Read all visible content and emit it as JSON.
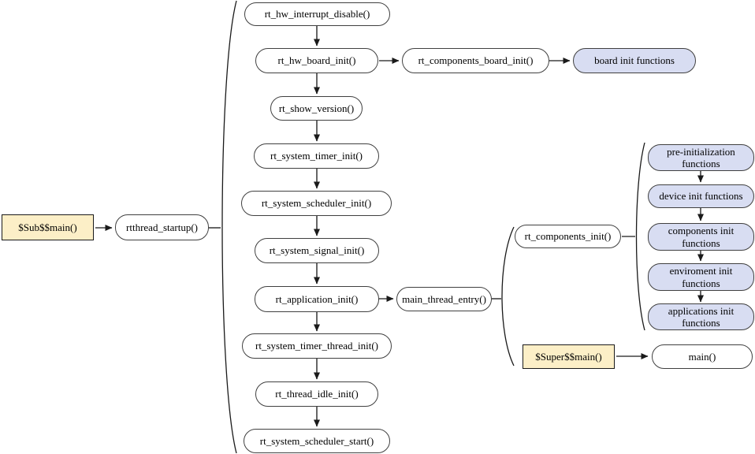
{
  "diagram": {
    "nodes": {
      "sub_main": "$Sub$$main()",
      "rtthread_startup": "rtthread_startup()",
      "hw_interrupt_disable": "rt_hw_interrupt_disable()",
      "hw_board_init": "rt_hw_board_init()",
      "components_board_init": "rt_components_board_init()",
      "board_init_functions": "board init functions",
      "show_version": "rt_show_version()",
      "system_timer_init": "rt_system_timer_init()",
      "system_scheduler_init": "rt_system_scheduler_init()",
      "system_signal_init": "rt_system_signal_init()",
      "application_init": "rt_application_init()",
      "main_thread_entry": "main_thread_entry()",
      "system_timer_thread_init": "rt_system_timer_thread_init()",
      "thread_idle_init": "rt_thread_idle_init()",
      "system_scheduler_start": "rt_system_scheduler_start()",
      "components_init": "rt_components_init()",
      "pre_initialization_functions": "pre-initialization functions",
      "device_init_functions": "device init functions",
      "components_init_functions": "components init functions",
      "enviroment_init_functions": "enviroment init functions",
      "applications_init_functions": "applications init functions",
      "super_main": "$Super$$main()",
      "main": "main()"
    },
    "edges": [
      "sub_main -> rtthread_startup",
      "rtthread_startup -> { startup sequence }",
      "hw_interrupt_disable -> hw_board_init",
      "hw_board_init -> components_board_init",
      "components_board_init -> board_init_functions",
      "hw_board_init -> show_version",
      "show_version -> system_timer_init",
      "system_timer_init -> system_scheduler_init",
      "system_scheduler_init -> system_signal_init",
      "system_signal_init -> application_init",
      "application_init -> main_thread_entry",
      "application_init -> system_timer_thread_init",
      "system_timer_thread_init -> thread_idle_init",
      "thread_idle_init -> system_scheduler_start",
      "main_thread_entry -> { components_init, super_main }",
      "components_init -> { init function groups }",
      "pre_initialization_functions -> device_init_functions",
      "device_init_functions -> components_init_functions",
      "components_init_functions -> enviroment_init_functions",
      "enviroment_init_functions -> applications_init_functions",
      "super_main -> main"
    ],
    "colors": {
      "node_fill": "#ffffff",
      "group_fill": "#d8ddf2",
      "entry_fill": "#fcefc7",
      "node_border": "#404040",
      "entry_border": "#1a1a1a",
      "arrow": "#404040"
    }
  }
}
